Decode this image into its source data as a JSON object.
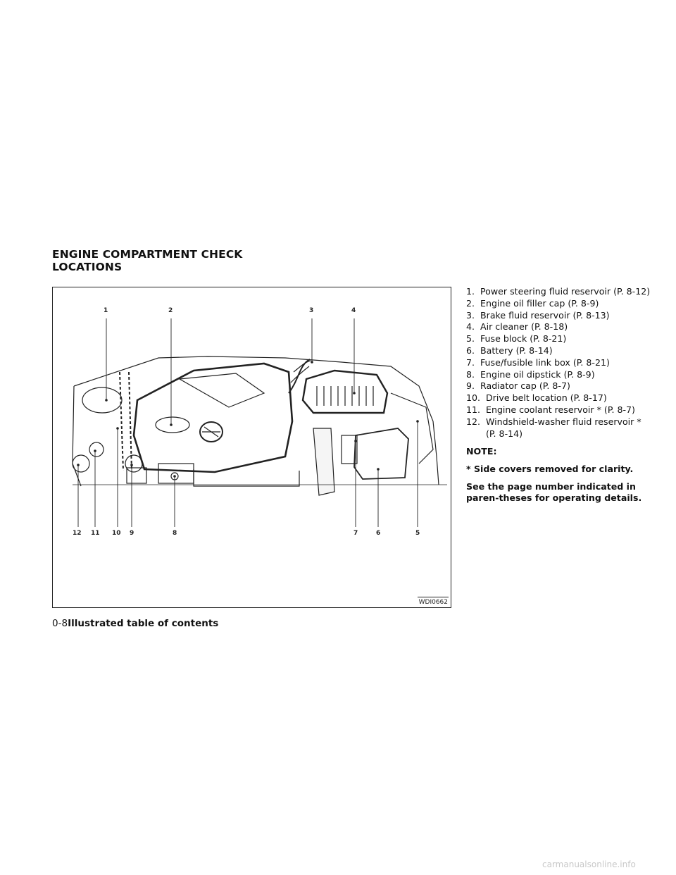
{
  "section_title_line1": "ENGINE COMPARTMENT CHECK",
  "section_title_line2": "LOCATIONS",
  "figure": {
    "code": "WDI0662",
    "top_callouts": [
      "1",
      "2",
      "3",
      "4"
    ],
    "bottom_callouts": [
      "12",
      "11",
      "10",
      "9",
      "8",
      "7",
      "6",
      "5"
    ]
  },
  "legend": [
    {
      "num": "1.",
      "text": "Power steering fluid reservoir (P. 8-12)"
    },
    {
      "num": "2.",
      "text": "Engine oil filler cap (P. 8-9)"
    },
    {
      "num": "3.",
      "text": "Brake fluid reservoir (P. 8-13)"
    },
    {
      "num": "4.",
      "text": "Air cleaner (P. 8-18)"
    },
    {
      "num": "5.",
      "text": "Fuse block (P. 8-21)"
    },
    {
      "num": "6.",
      "text": "Battery (P. 8-14)"
    },
    {
      "num": "7.",
      "text": "Fuse/fusible link box (P. 8-21)"
    },
    {
      "num": "8.",
      "text": "Engine oil dipstick (P. 8-9)"
    },
    {
      "num": "9.",
      "text": "Radiator cap (P. 8-7)"
    },
    {
      "num": "10.",
      "text": "Drive belt location (P. 8-17)"
    },
    {
      "num": "11.",
      "text": "Engine coolant reservoir * (P. 8-7)"
    },
    {
      "num": "12.",
      "text": "Windshield-washer fluid reservoir *",
      "wrap": "(P. 8-14)"
    }
  ],
  "note_label": "NOTE:",
  "note_line1": "* Side covers removed for clarity.",
  "note_line2": "See the page number indicated in paren-theses for operating details.",
  "footer": {
    "page": "0-8",
    "title": "Illustrated table of contents"
  },
  "watermark": "carmanualsonline.info"
}
